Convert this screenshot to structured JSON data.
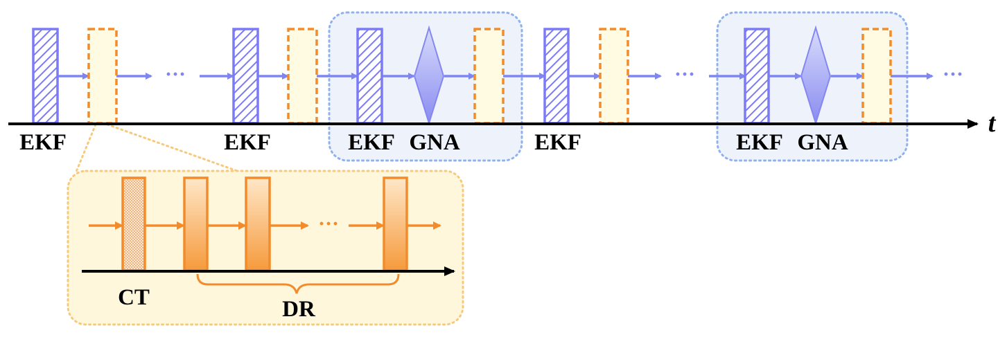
{
  "labels": {
    "ekf": "EKF",
    "gna": "GNA",
    "ct": "CT",
    "dr": "DR",
    "time_axis": "t",
    "ellipsis": "···"
  },
  "colors": {
    "blue_stroke": "#7b7bf5",
    "blue_arrow": "#7f86f2",
    "orange_stroke": "#f28b2b",
    "cream_fill": "#fffbe3",
    "blue_box_fill": "#eef3fb",
    "blue_box_border": "#8fb1ee",
    "yellow_box_fill": "#fef7dc",
    "yellow_box_border": "#f7c97a",
    "axis": "#000000"
  },
  "timeline": [
    {
      "type": "ekf",
      "label": "EKF"
    },
    {
      "type": "ct_dr"
    },
    {
      "type": "ellipsis"
    },
    {
      "type": "ekf",
      "label": "EKF"
    },
    {
      "type": "ct_dr"
    },
    {
      "type": "ekf",
      "label": "EKF",
      "group": 1
    },
    {
      "type": "gna",
      "label": "GNA",
      "group": 1
    },
    {
      "type": "ct_dr",
      "group": 1
    },
    {
      "type": "ekf",
      "label": "EKF"
    },
    {
      "type": "ct_dr"
    },
    {
      "type": "ellipsis"
    },
    {
      "type": "ekf",
      "label": "EKF",
      "group": 2
    },
    {
      "type": "gna",
      "label": "GNA",
      "group": 2
    },
    {
      "type": "ct_dr",
      "group": 2
    },
    {
      "type": "ellipsis"
    }
  ],
  "inset": {
    "sequence": [
      "CT",
      "DR",
      "DR",
      "…",
      "DR"
    ]
  }
}
